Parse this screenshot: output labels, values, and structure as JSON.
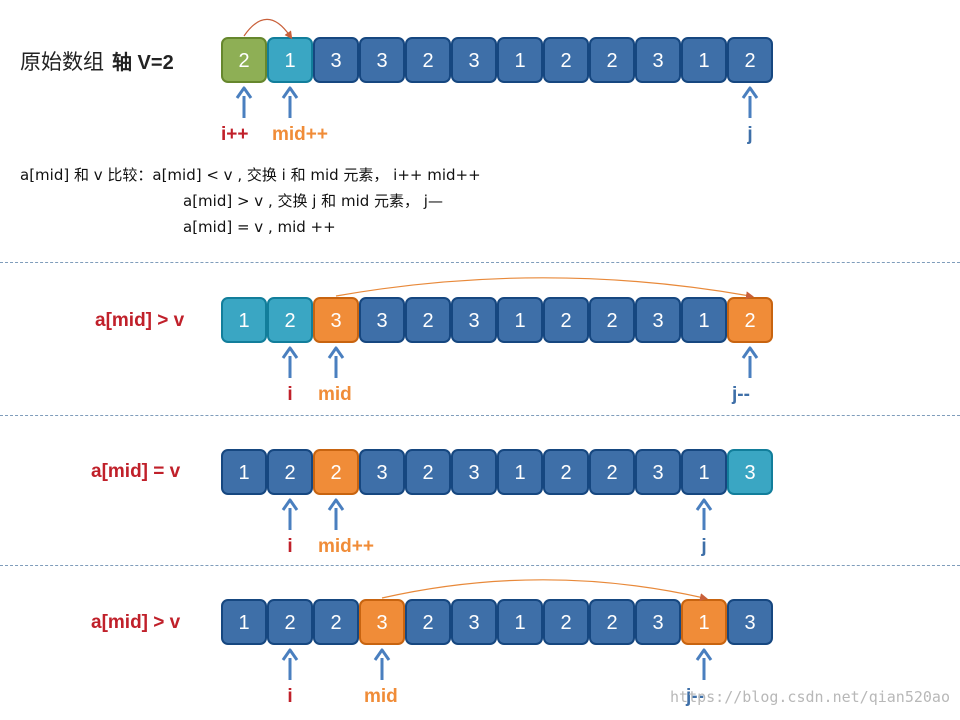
{
  "title": {
    "label": "原始数组",
    "pivot": "轴 V=2"
  },
  "rules": [
    "a[mid] 和 v 比较：a[mid] < v , 交换 i 和 mid 元素，  i++ mid++",
    "a[mid] > v , 交换 j 和 mid 元素，  j—",
    "a[mid] = v , mid ++"
  ],
  "colors": {
    "blue": "#3e6fa8",
    "teal": "#3aa6c3",
    "green": "#8eaf55",
    "orange": "#f08c38",
    "red": "#c0202a",
    "arrow": "#4a7fbf"
  },
  "rows": [
    {
      "label": "",
      "values": [
        "2",
        "1",
        "3",
        "3",
        "2",
        "3",
        "1",
        "2",
        "2",
        "3",
        "1",
        "2"
      ],
      "colors": [
        "green",
        "teal",
        "blue",
        "blue",
        "blue",
        "blue",
        "blue",
        "blue",
        "blue",
        "blue",
        "blue",
        "blue"
      ],
      "swap": [
        0,
        1
      ],
      "pointers": [
        {
          "index": 0,
          "text": "i++",
          "color": "red"
        },
        {
          "index": 1,
          "text": "mid++",
          "color": "orange"
        },
        {
          "index": 11,
          "text": "j",
          "color": "blue"
        }
      ]
    },
    {
      "label": "a[mid] > v",
      "values": [
        "1",
        "2",
        "3",
        "3",
        "2",
        "3",
        "1",
        "2",
        "2",
        "3",
        "1",
        "2"
      ],
      "colors": [
        "teal",
        "teal",
        "orange",
        "blue",
        "blue",
        "blue",
        "blue",
        "blue",
        "blue",
        "blue",
        "blue",
        "orange"
      ],
      "swap": [
        2,
        11
      ],
      "pointers": [
        {
          "index": 1,
          "text": "i",
          "color": "red"
        },
        {
          "index": 2,
          "text": "mid",
          "color": "orange"
        },
        {
          "index": 11,
          "text": "j--",
          "color": "blue"
        }
      ]
    },
    {
      "label": "a[mid] = v",
      "values": [
        "1",
        "2",
        "2",
        "3",
        "2",
        "3",
        "1",
        "2",
        "2",
        "3",
        "1",
        "3"
      ],
      "colors": [
        "blue",
        "blue",
        "orange",
        "blue",
        "blue",
        "blue",
        "blue",
        "blue",
        "blue",
        "blue",
        "blue",
        "teal"
      ],
      "swap": null,
      "pointers": [
        {
          "index": 1,
          "text": "i",
          "color": "red"
        },
        {
          "index": 2,
          "text": "mid++",
          "color": "orange"
        },
        {
          "index": 10,
          "text": "j",
          "color": "blue"
        }
      ]
    },
    {
      "label": "a[mid] > v",
      "values": [
        "1",
        "2",
        "2",
        "3",
        "2",
        "3",
        "1",
        "2",
        "2",
        "3",
        "1",
        "3"
      ],
      "colors": [
        "blue",
        "blue",
        "blue",
        "orange",
        "blue",
        "blue",
        "blue",
        "blue",
        "blue",
        "blue",
        "orange",
        "blue"
      ],
      "swap": [
        3,
        10
      ],
      "pointers": [
        {
          "index": 1,
          "text": "i",
          "color": "red"
        },
        {
          "index": 3,
          "text": "mid",
          "color": "orange"
        },
        {
          "index": 10,
          "text": "j--",
          "color": "blue"
        }
      ]
    }
  ],
  "watermark": "https://blog.csdn.net/qian520ao"
}
